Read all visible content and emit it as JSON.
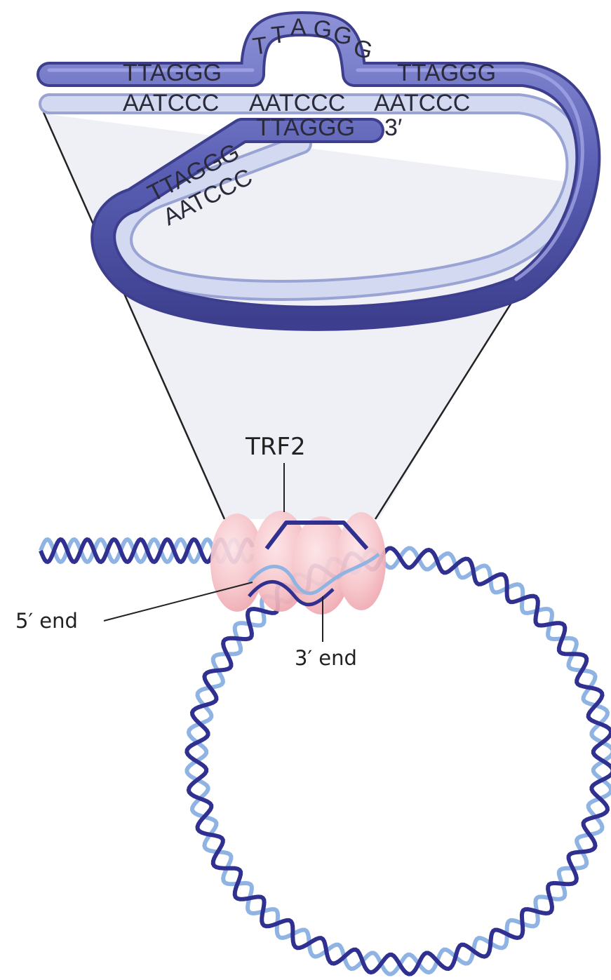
{
  "colors": {
    "dark_strand": "#5a5fb4",
    "dark_strand_edge": "#3d3f8e",
    "light_strand": "#c4cbe8",
    "light_strand_edge": "#9aa4d4",
    "funnel": "#e6e9f2",
    "protein": "#f4b8be",
    "helix_dark": "#2f3090",
    "helix_light": "#8fb4e4"
  },
  "sequences": {
    "loop_letters": [
      "T",
      "T",
      "A",
      "G",
      "G",
      "G"
    ],
    "top_left_g": "TTAGGG",
    "top_right_g": "TTAGGG",
    "mid_left_c": "AATCCC",
    "mid_center_c": "AATCCC",
    "mid_right_c": "AATCCC",
    "invading_g": "TTAGGG",
    "three_prime": "3′",
    "diag_g": "TTAGGG",
    "diag_c": "AATCCC"
  },
  "labels": {
    "protein": "TRF2",
    "five_prime": "5′ end",
    "three_prime": "3′ end"
  }
}
